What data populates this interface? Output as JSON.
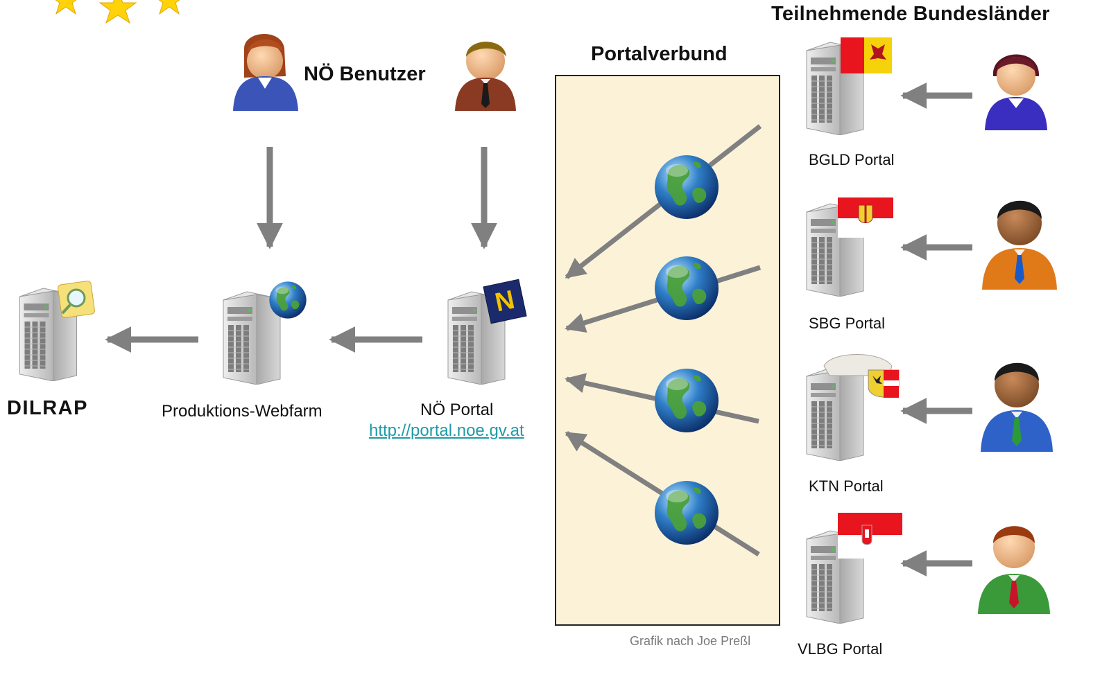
{
  "labels": {
    "participating_states": "Teilnehmende Bundesländer",
    "portal_network": "Portalverbund",
    "noe_users": "NÖ Benutzer",
    "dilrap": "DILRAP",
    "production_webfarm": "Produktions-Webfarm",
    "noe_portal": "NÖ Portal",
    "noe_portal_url": "http://portal.noe.gv.at",
    "bgld_portal": "BGLD Portal",
    "sbg_portal": "SBG Portal",
    "ktn_portal": "KTN Portal",
    "vlbg_portal": "VLBG Portal",
    "credit": "Grafik nach Joe Preßl"
  },
  "colors": {
    "portal_network_fill": "#fcf2d8",
    "arrow": "#808080",
    "link": "#1f9aa8",
    "server_body": "#c9c9c9"
  },
  "icons": {
    "eu_stars": "star-icon",
    "user": "user-icon",
    "server": "server-icon",
    "globe": "globe-icon",
    "magnifier_note": "search-note-icon",
    "noe_logo": "noe-logo-icon",
    "bgld_flag": "burgenland-flag-icon",
    "sbg_flag": "salzburg-flag-icon",
    "ktn_crest": "carinthia-crest-icon",
    "vlbg_flag": "vorarlberg-flag-icon"
  }
}
